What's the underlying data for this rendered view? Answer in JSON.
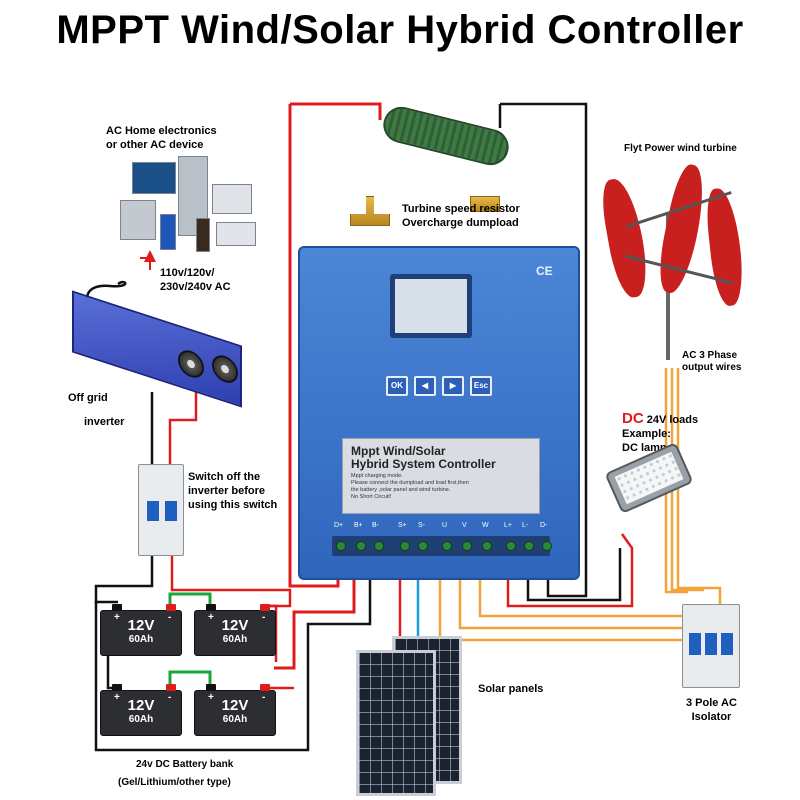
{
  "title": "MPPT Wind/Solar Hybrid Controller",
  "colors": {
    "dc_positive": "#e01b1b",
    "dc_negative": "#111111",
    "ac_wire": "#f2a33a",
    "solar_positive": "#e01b1b",
    "solar_negative": "#1aa0d8",
    "controller_blue": "#3a74cc",
    "turbine_red": "#c81f1f"
  },
  "labels": {
    "ac_home": [
      "AC Home electronics",
      "or other AC device"
    ],
    "ac_voltage": [
      "110v/120v/",
      "230v/240v AC"
    ],
    "inverter": [
      "Off grid",
      "inverter"
    ],
    "switch_note": [
      "Switch off the",
      "inverter before",
      "using this switch"
    ],
    "resistor": [
      "Turbine speed resistor",
      "Overcharge dumpload"
    ],
    "turbine": "Flyt Power wind turbine",
    "ac_wires": [
      "AC 3 Phase",
      "output wires"
    ],
    "dc_prefix": "DC",
    "dc_loads": [
      "24V loads",
      "Example:",
      "DC lamps"
    ],
    "solar": "Solar panels",
    "isolator": [
      "3 Pole AC",
      "Isolator"
    ],
    "battery_bank": "24v DC Battery bank",
    "battery_type": "(Gel/Lithium/other type)"
  },
  "controller": {
    "ce_mark": "CE",
    "keys": [
      "OK",
      "◀",
      "▶",
      "Esc"
    ],
    "panel_title": [
      "Mppt Wind/Solar",
      "Hybrid System Controller"
    ],
    "panel_text": [
      "Mppt charging mode.",
      "Please connect the dumpload and load first,then",
      "the battery ,solar panel and wind turbine.",
      "No Short Circuit!"
    ],
    "terminals": [
      "D+",
      "B+",
      "B-",
      "S+",
      "S-",
      "U",
      "V",
      "W",
      "L+",
      "L-",
      "D-"
    ]
  },
  "batteries": [
    {
      "voltage": "12V",
      "capacity": "60Ah",
      "plus": "+",
      "minus": "-"
    },
    {
      "voltage": "12V",
      "capacity": "60Ah",
      "plus": "+",
      "minus": "-"
    },
    {
      "voltage": "12V",
      "capacity": "60Ah",
      "plus": "+",
      "minus": "-"
    },
    {
      "voltage": "12V",
      "capacity": "60Ah",
      "plus": "+",
      "minus": "-"
    }
  ]
}
